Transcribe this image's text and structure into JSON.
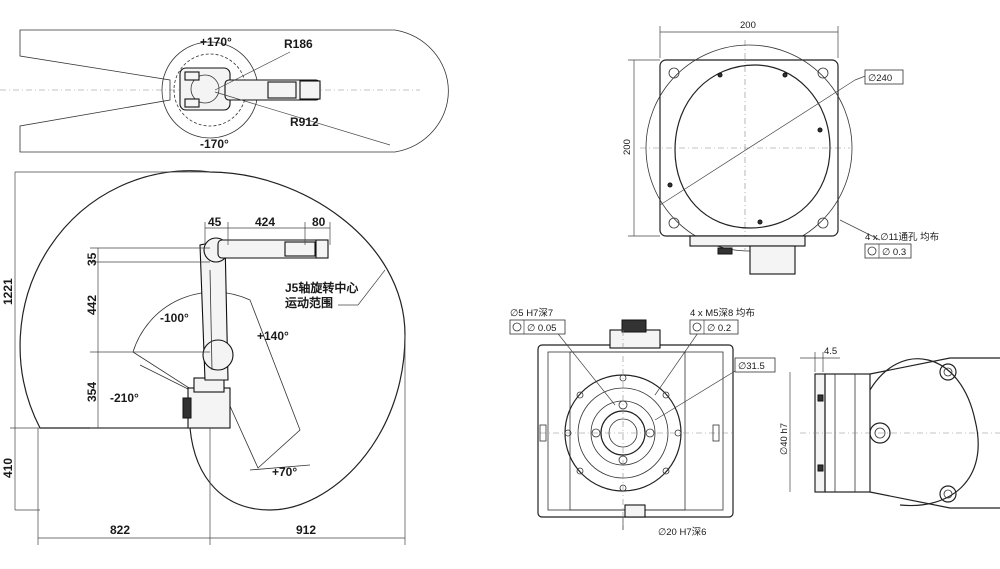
{
  "top_view": {
    "angle_pos": "+170°",
    "angle_neg": "-170°",
    "radius_inner": "R186",
    "radius_outer": "R912"
  },
  "side_view": {
    "height_total": "1221",
    "height_base": "410",
    "seg_35": "35",
    "seg_442": "442",
    "seg_354": "354",
    "top_45": "45",
    "top_424": "424",
    "top_80": "80",
    "bottom_822": "822",
    "bottom_912": "912",
    "angle_m100": "-100°",
    "angle_p140": "+140°",
    "angle_m210": "-210°",
    "angle_p70": "+70°",
    "j5_line1": "J5轴旋转中心",
    "j5_line2": "运动范围"
  },
  "base_view": {
    "width": "200",
    "height": "200",
    "diameter": "∅240",
    "holes": "4 x ∅11通孔 均布",
    "position_tol": "∅ 0.3"
  },
  "flange_view": {
    "pin": "∅5 H7深7",
    "pin_tol": "∅ 0.05",
    "threads": "4 x M5深8 均布",
    "thread_tol": "∅ 0.2",
    "pcd": "∅31.5",
    "bore": "∅20 H7深6"
  },
  "flange_side": {
    "offset": "4.5",
    "spigot": "∅40 h7"
  }
}
